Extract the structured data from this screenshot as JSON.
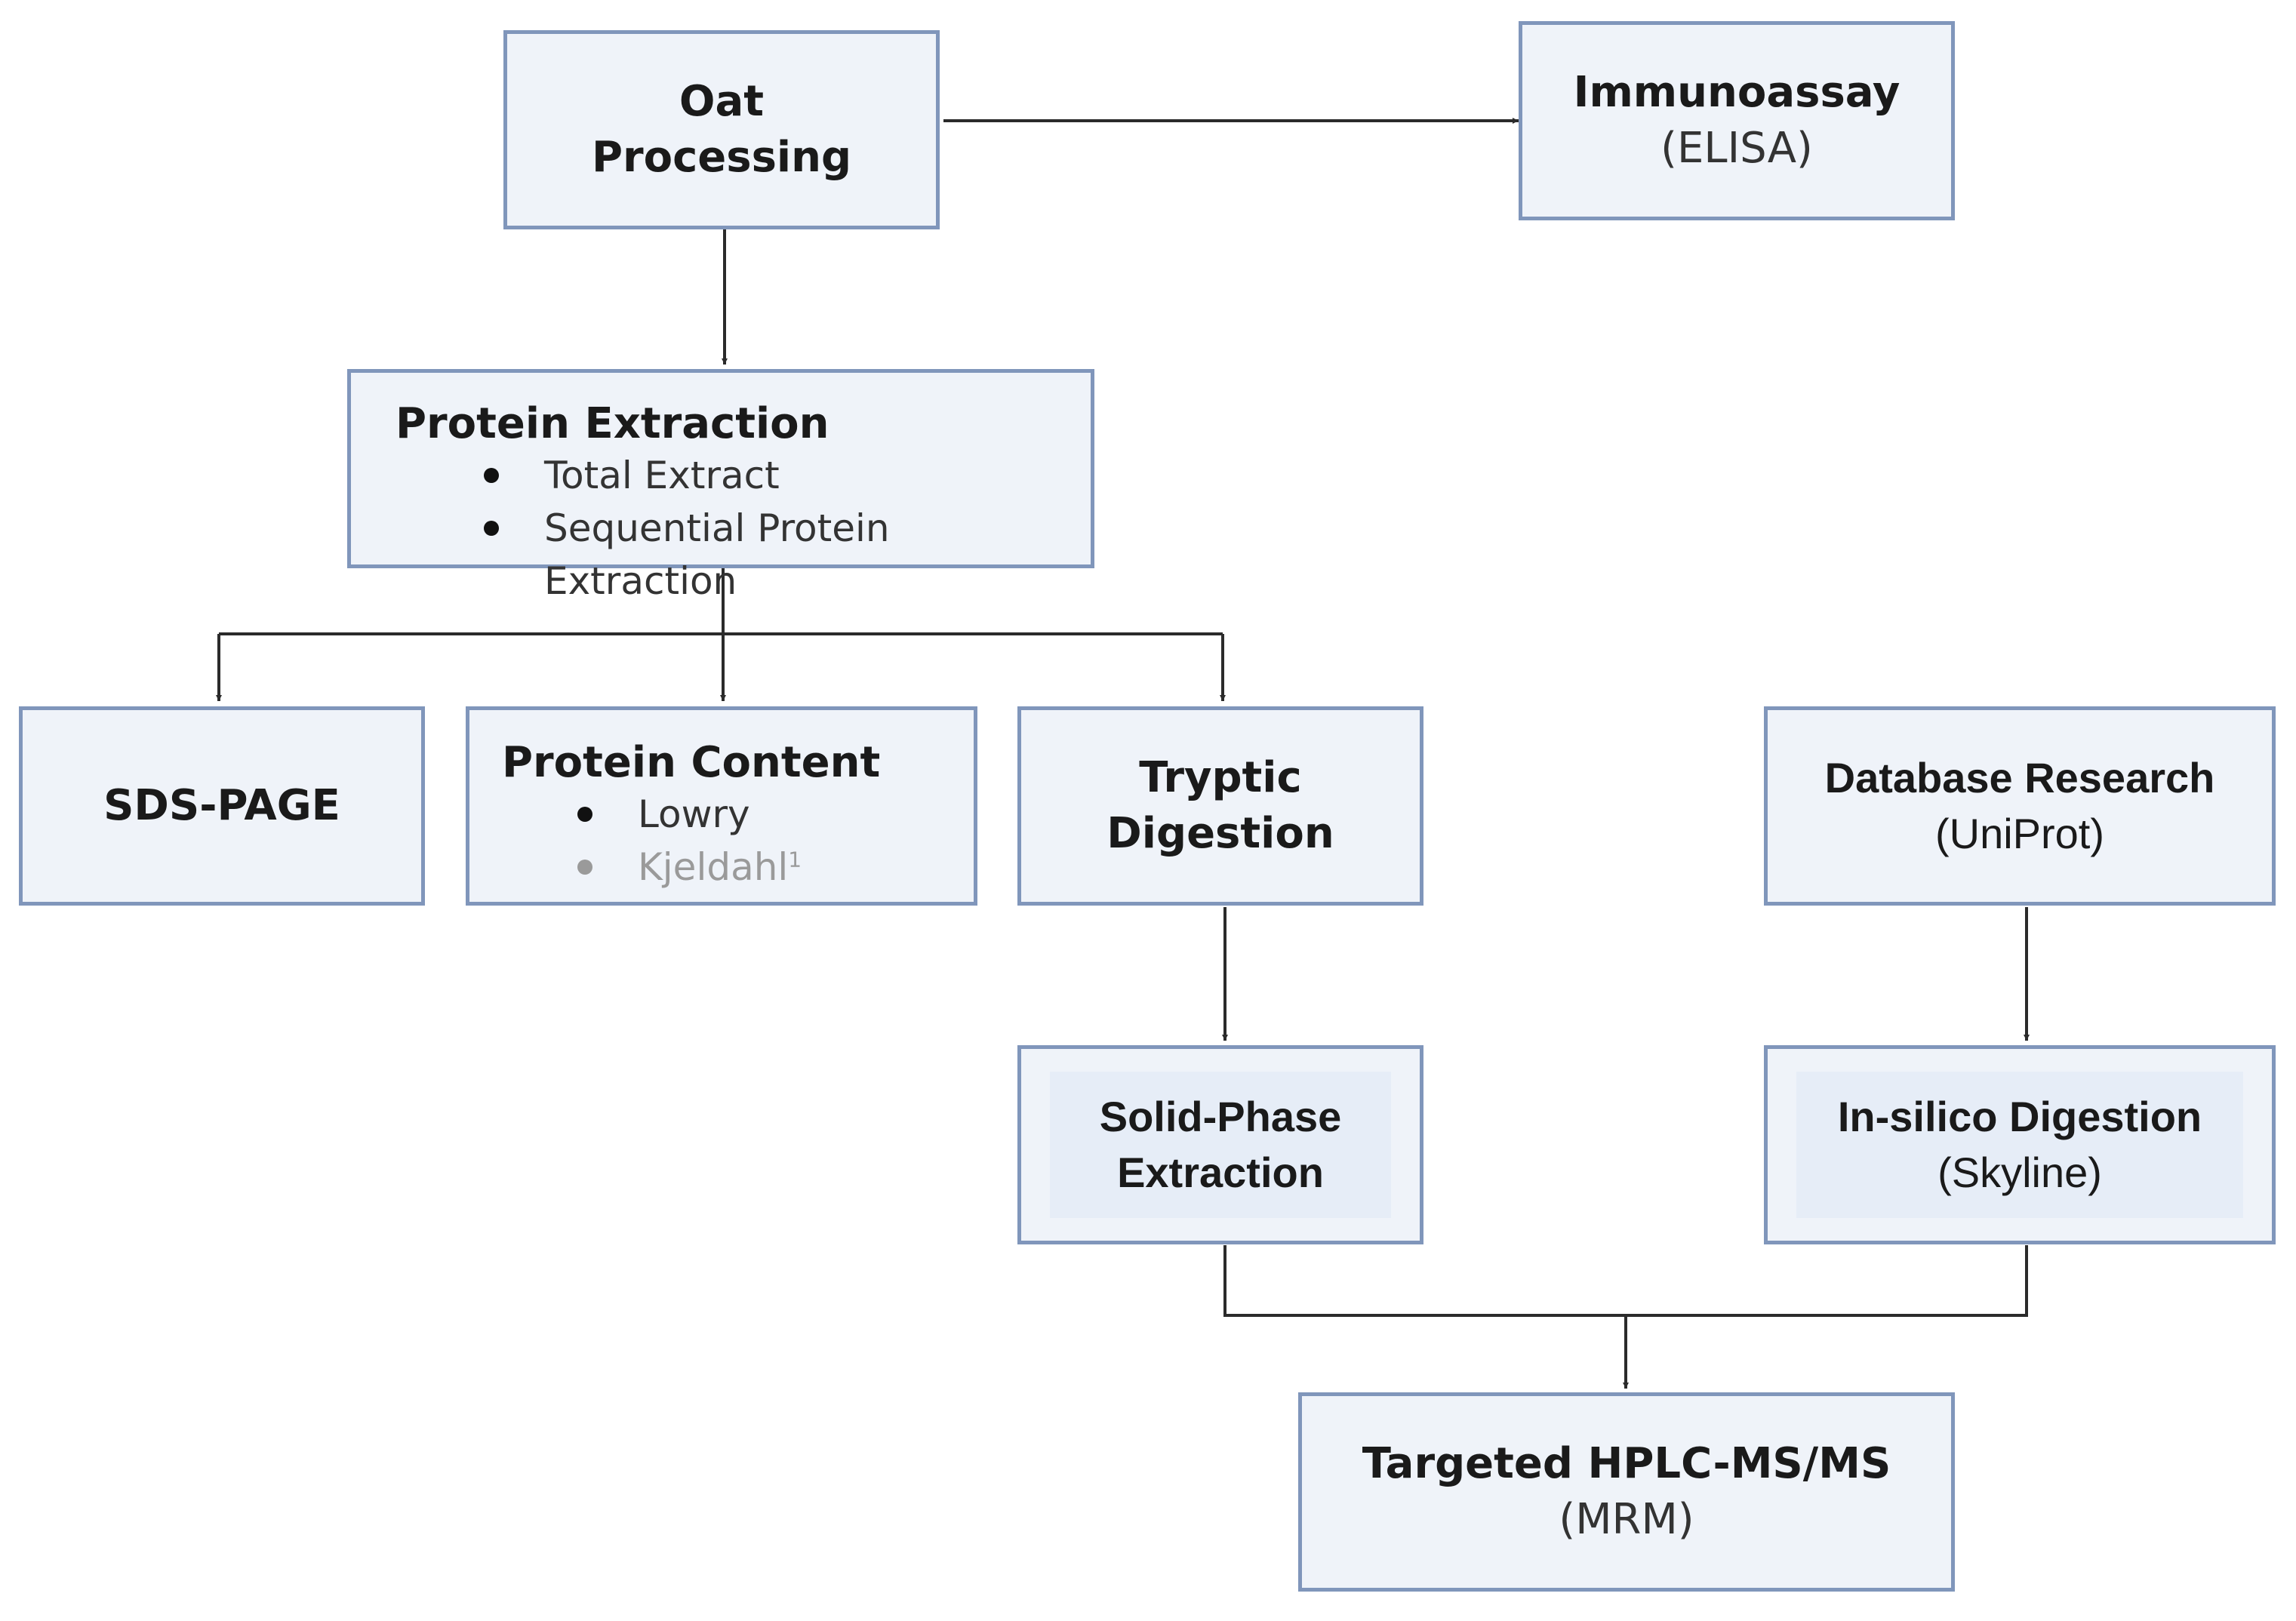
{
  "nodes": {
    "oat_processing": {
      "title": "Oat\nProcessing"
    },
    "immunoassay": {
      "title": "Immunoassay",
      "sub": "(ELISA)"
    },
    "protein_extraction": {
      "title": "Protein Extraction",
      "items": [
        "Total Extract",
        "Sequential Protein Extraction"
      ]
    },
    "sds_page": {
      "title": "SDS-PAGE"
    },
    "protein_content": {
      "title": "Protein Content",
      "items": [
        "Lowry",
        "Kjeldahl"
      ],
      "footnote_marker": "1"
    },
    "tryptic_digestion": {
      "title": "Tryptic\nDigestion"
    },
    "database_research": {
      "title": "Database Research",
      "sub": "(UniProt)"
    },
    "solid_phase_extraction": {
      "title": "Solid-Phase\nExtraction"
    },
    "insilico_digestion": {
      "title": "In-silico Digestion",
      "sub": "(Skyline)"
    },
    "targeted_hplc": {
      "title": "Targeted HPLC-MS/MS",
      "sub": "(MRM)"
    }
  },
  "colors": {
    "box_fill": "#eff3f9",
    "box_border": "#8096bb",
    "inner_fill": "#e6edf7",
    "connector": "#2b2b2b",
    "muted_text": "#9a9a9a"
  }
}
